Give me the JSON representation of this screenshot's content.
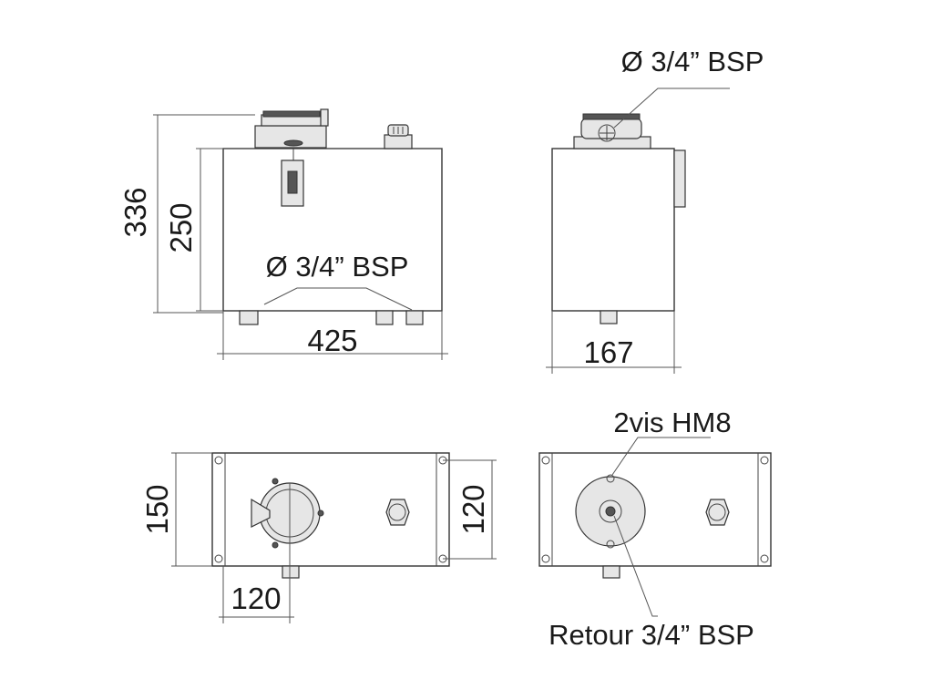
{
  "labels": {
    "front_height_total": "336",
    "front_height_body": "250",
    "front_width": "425",
    "front_port": "Ø 3/4” BSP",
    "side_port": "Ø 3/4” BSP",
    "side_width": "167",
    "top_depth": "150",
    "top_hole_spacing": "120",
    "top_port_offset": "120",
    "bottom_screws": "2vis HM8",
    "bottom_return": "Retour 3/4” BSP"
  }
}
